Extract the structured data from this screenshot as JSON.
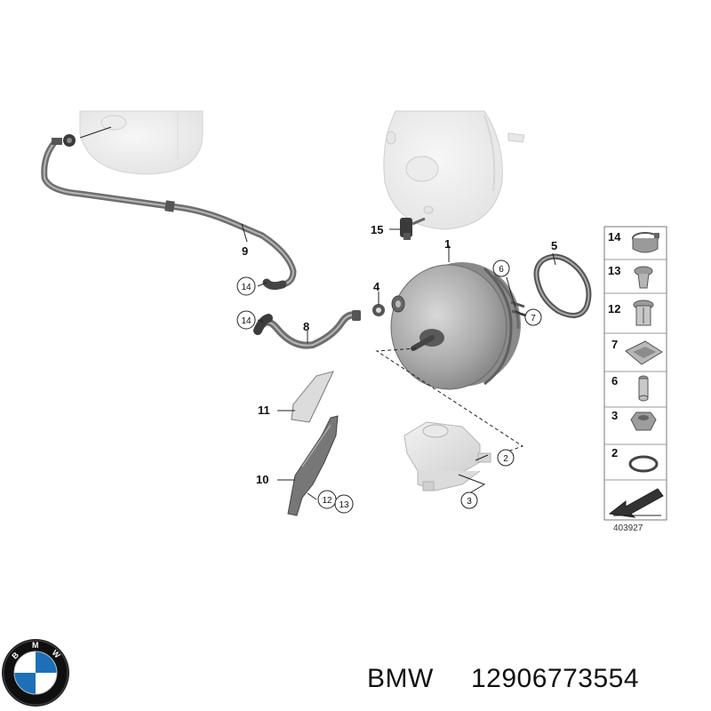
{
  "callouts": {
    "n1": "1",
    "n2": "2",
    "n3": "3",
    "n4": "4",
    "n5": "5",
    "n6": "6",
    "n7": "7",
    "n8": "8",
    "n9": "9",
    "n10": "10",
    "n11": "11",
    "n12": "12",
    "n13": "13",
    "n14a": "14",
    "n14b": "14",
    "n15": "15"
  },
  "side_panel": {
    "items": [
      "14",
      "13",
      "12",
      "7",
      "6",
      "3",
      "2"
    ],
    "reference_code": "403927"
  },
  "logo": {
    "letters": [
      "B",
      "M",
      "W"
    ]
  },
  "footer": {
    "brand": "BMW",
    "part_number": "12906773554"
  }
}
